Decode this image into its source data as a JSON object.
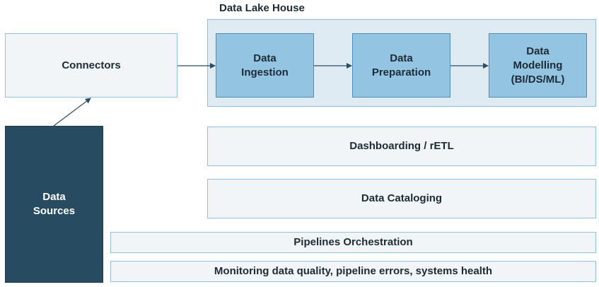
{
  "lake_house": {
    "title": "Data Lake House"
  },
  "connectors": {
    "label": "Connectors"
  },
  "stages": [
    {
      "label": "Data\nIngestion"
    },
    {
      "label": "Data\nPreparation"
    },
    {
      "label": "Data\nModelling\n(BI/DS/ML)"
    }
  ],
  "data_sources": {
    "label": "Data\nSources"
  },
  "dashboarding": {
    "label": "Dashboarding / rETL"
  },
  "cataloging": {
    "label": "Data Cataloging"
  },
  "orchestration": {
    "label": "Pipelines Orchestration"
  },
  "monitoring": {
    "label": "Monitoring data quality, pipeline errors, systems health"
  },
  "colors": {
    "light_box": "#f1f5f8",
    "stage_box": "#93c5e3",
    "container": "#deebf3",
    "dark_box": "#274c62",
    "arrow": "#2a4d66"
  }
}
